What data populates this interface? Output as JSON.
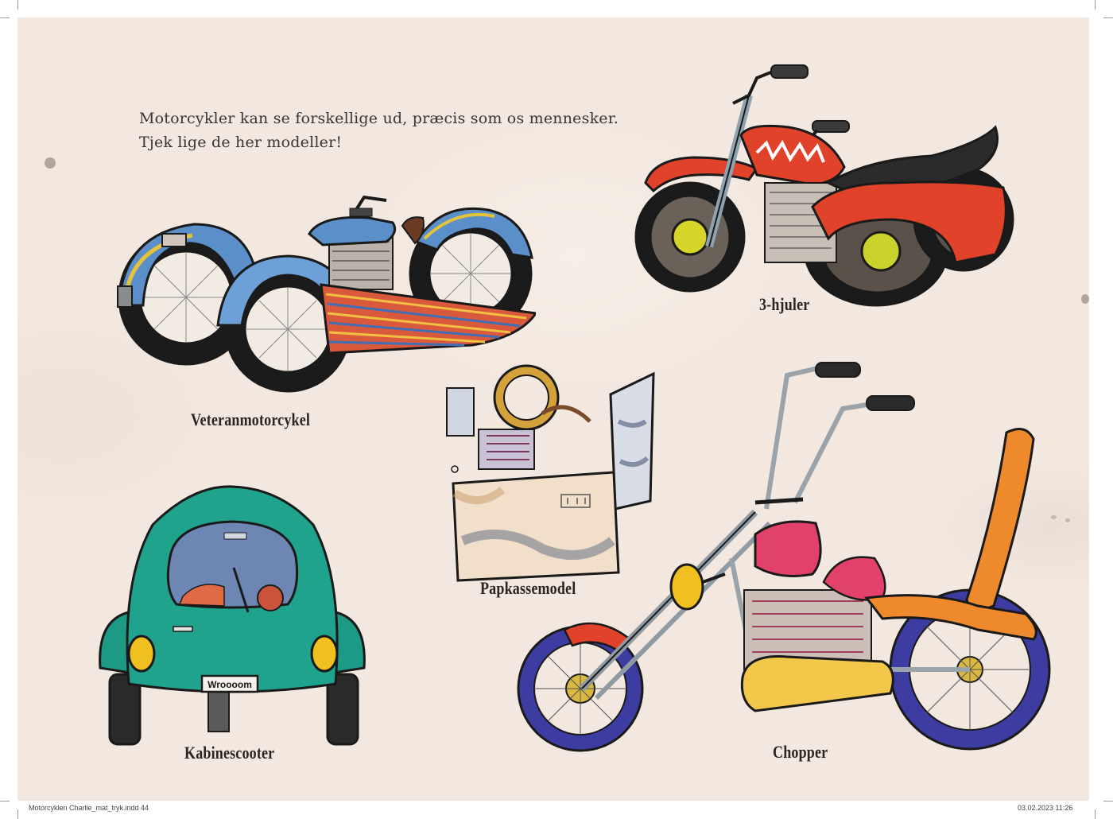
{
  "intro": {
    "line1": "Motorcykler kan se forskellige ud, præcis som os mennesker.",
    "line2": "Tjek lige de her modeller!"
  },
  "models": {
    "veteran": "Veteranmotorcykel",
    "trike": "3-hjuler",
    "box": "Papkassemodel",
    "car": "Kabinescooter",
    "chopper": "Chopper"
  },
  "plate_text": "Wroooom",
  "slug": {
    "file": "Motorcyklen Charlie_mat_tryk.indd  44",
    "date": "03.02.2023   11:26"
  },
  "colors": {
    "paper": "#f3e8df",
    "ink": "#1a1a1a",
    "trike_red": "#e0432a",
    "veteran_blue": "#5b8fc9",
    "car_teal": "#1c9a86",
    "chopper_orange": "#ee8a2c",
    "chopper_pink": "#e2426a"
  },
  "icons": [
    "veteran-motorcycle-icon",
    "trike-icon",
    "cardboard-box-icon",
    "beetle-car-icon",
    "chopper-icon"
  ]
}
